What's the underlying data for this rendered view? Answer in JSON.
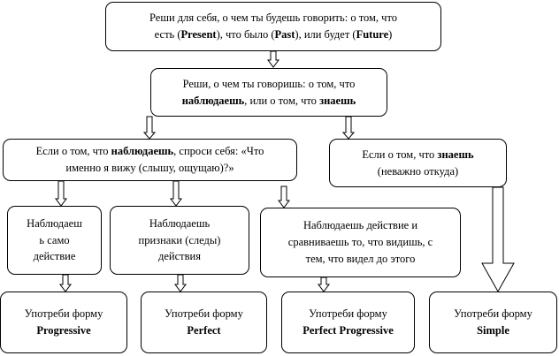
{
  "boxes": {
    "root": {
      "t1": "Реши для себя, о чем ты будешь говорить:  о том, что",
      "t2a": "есть (",
      "t2b": "Present",
      "t2c": "), что было (",
      "t2d": "Past",
      "t2e": "), или  будет (",
      "t2f": "Future",
      "t2g": ")"
    },
    "decide": {
      "t1": "Реши, о чем ты говоришь:  о том, что",
      "t2a": "наблюдаешь",
      "t2b": ", или  о том, что ",
      "t2c": "знаешь"
    },
    "observe": {
      "t1a": "Если о том, что ",
      "t1b": "наблюдаешь",
      "t1c": ",  спроси себя: «Что",
      "t2": "именно я вижу (слышу, ощущаю)?»"
    },
    "know": {
      "t1a": "Если о том, что ",
      "t1b": "знаешь",
      "t2": "(неважно откуда)"
    },
    "action": {
      "t1": "Наблюдаеш",
      "t2": "ь само",
      "t3": "действие"
    },
    "signs": {
      "t1": "Наблюдаешь",
      "t2": "признаки  (следы)",
      "t3": "действия"
    },
    "compare": {
      "t1": "Наблюдаешь действие и",
      "t2": "сравниваешь то, что видишь,  с",
      "t3": "тем, что видел до этого"
    },
    "progressive": {
      "t1": "Употреби форму",
      "t2": "Progressive"
    },
    "perfect": {
      "t1": "Употреби форму",
      "t2": "Perfect"
    },
    "perfect_progressive": {
      "t1": "Употреби форму",
      "t2": "Perfect Progressive"
    },
    "simple": {
      "t1": "Употреби форму",
      "t2": "Simple"
    }
  }
}
